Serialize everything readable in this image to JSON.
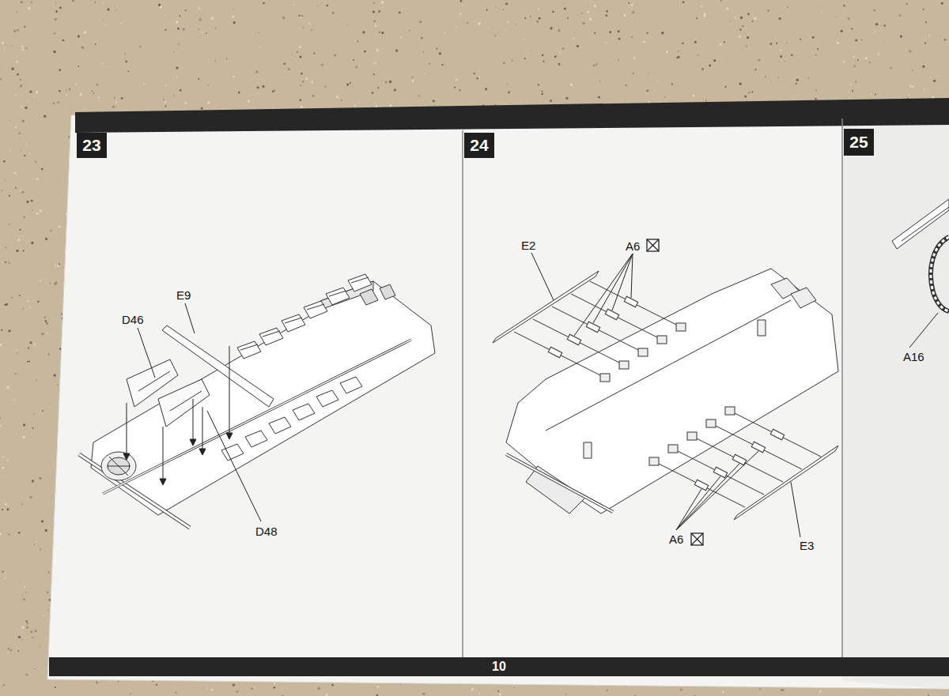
{
  "diagram": {
    "nodes": [
      {
        "text": [
          "23"
        ]
      },
      {
        "text": [
          "24"
        ]
      },
      {
        "text": [
          "25"
        ]
      },
      {
        "text": [
          "10"
        ]
      }
    ],
    "labels": [
      "E9",
      "D46",
      "D48",
      "E2",
      "A6",
      "A6",
      "E3",
      "A16"
    ]
  }
}
